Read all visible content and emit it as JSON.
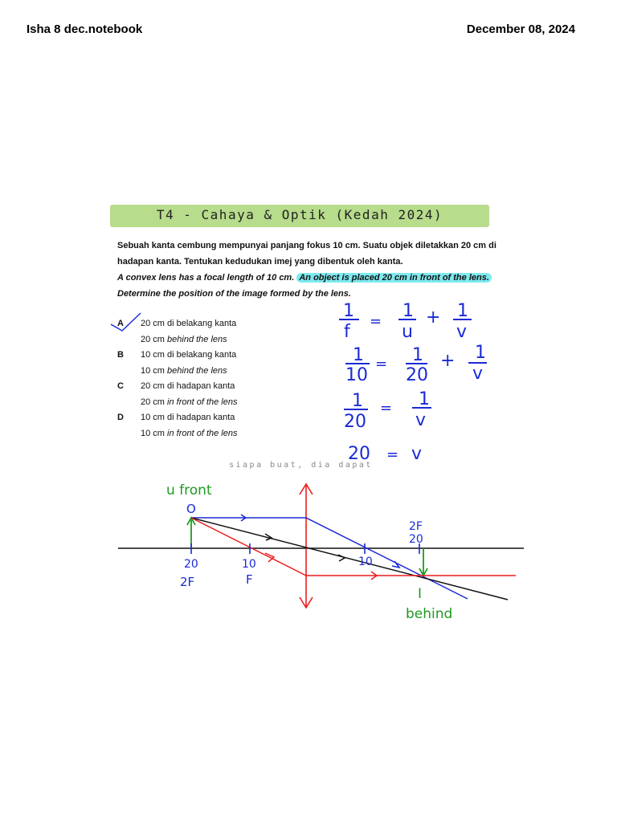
{
  "header": {
    "notebook_name": "Isha 8 dec.notebook",
    "date": "December 08, 2024"
  },
  "title": "T4 - Cahaya & Optik (Kedah 2024)",
  "question": {
    "malay_line1": "Sebuah kanta cembung mempunyai panjang fokus 10 cm. Suatu objek diletakkan 20 cm di",
    "malay_line2": "hadapan kanta. Tentukan kedudukan imej yang dibentuk oleh kanta.",
    "english_line1_start": "A convex lens has a focal length of 10 cm.",
    "english_highlight": "An object is placed 20 cm in front of the lens.",
    "english_line2": "Determine the position of the image formed by the lens."
  },
  "options": [
    {
      "letter": "A",
      "malay": "20 cm di belakang kanta",
      "english_num": "20 cm",
      "english_text": "behind the lens"
    },
    {
      "letter": "B",
      "malay": "10 cm di belakang kanta",
      "english_num": "10 cm",
      "english_text": "behind the lens"
    },
    {
      "letter": "C",
      "malay": "20 cm di hadapan kanta",
      "english_num": "20 cm",
      "english_text": "in front of the lens"
    },
    {
      "letter": "D",
      "malay": "10 cm di hadapan kanta",
      "english_num": "10 cm",
      "english_text": "in front of the lens"
    }
  ],
  "caption": "siapa buat, dia dapat",
  "handwriting": {
    "eq1": {
      "lhs_num": "1",
      "lhs_den": "f",
      "eq": "=",
      "t1_num": "1",
      "t1_den": "u",
      "plus": "+",
      "t2_num": "1",
      "t2_den": "v"
    },
    "eq2": {
      "lhs_num": "1",
      "lhs_den": "10",
      "eq": "=",
      "t1_num": "1",
      "t1_den": "20",
      "plus": "+",
      "t2_num": "1",
      "t2_den": "v"
    },
    "eq3": {
      "lhs_num": "1",
      "lhs_den": "20",
      "eq": "=",
      "t1_num": "1",
      "t1_den": "v"
    },
    "eq4": {
      "lhs": "20",
      "eq": "=",
      "rhs": "v"
    },
    "u_front": "u front",
    "object_label": "O",
    "left_tick1": "20",
    "left_tick1_sub": "2F",
    "left_tick2": "10",
    "left_tick2_sub": "F",
    "right_tick1": "10",
    "right_2f": "2F",
    "right_2f_val": "20",
    "image_label": "I",
    "behind": "behind"
  },
  "colors": {
    "banner": "#b7dc8c",
    "highlight": "#7ee9ee",
    "ink_blue": "#1b2ad6",
    "ink_green": "#1f9a22",
    "ink_red": "#ee1c1c"
  }
}
